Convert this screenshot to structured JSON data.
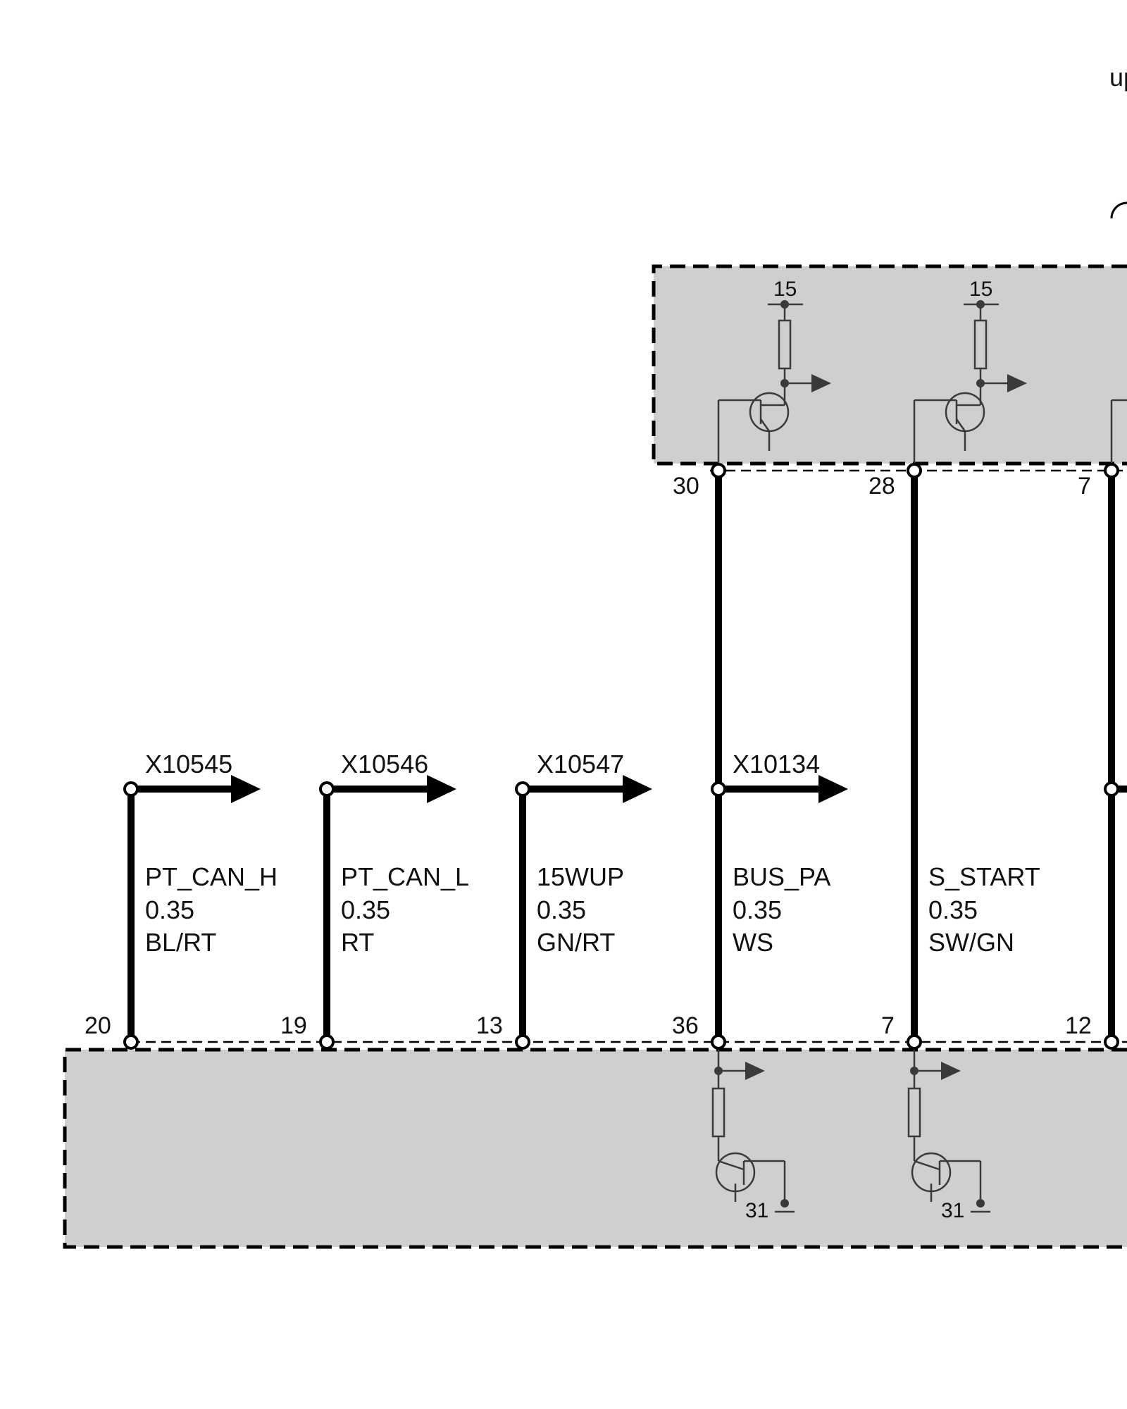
{
  "corner_text": "up",
  "upper_module": {
    "supply_labels": [
      "15",
      "15"
    ],
    "pins": [
      "30",
      "28",
      "7"
    ]
  },
  "lower_module": {
    "pins": [
      "20",
      "19",
      "13",
      "36",
      "7",
      "12"
    ],
    "ground_labels": [
      "31",
      "31"
    ]
  },
  "wires": [
    {
      "connector": "X10545",
      "signal": "PT_CAN_H",
      "gauge": "0.35",
      "color_code": "BL/RT"
    },
    {
      "connector": "X10546",
      "signal": "PT_CAN_L",
      "gauge": "0.35",
      "color_code": "RT"
    },
    {
      "connector": "X10547",
      "signal": "15WUP",
      "gauge": "0.35",
      "color_code": "GN/RT"
    },
    {
      "connector": "X10134",
      "signal": "BUS_PA",
      "gauge": "0.35",
      "color_code": "WS"
    },
    {
      "connector": "",
      "signal": "S_START",
      "gauge": "0.35",
      "color_code": "SW/GN"
    }
  ]
}
